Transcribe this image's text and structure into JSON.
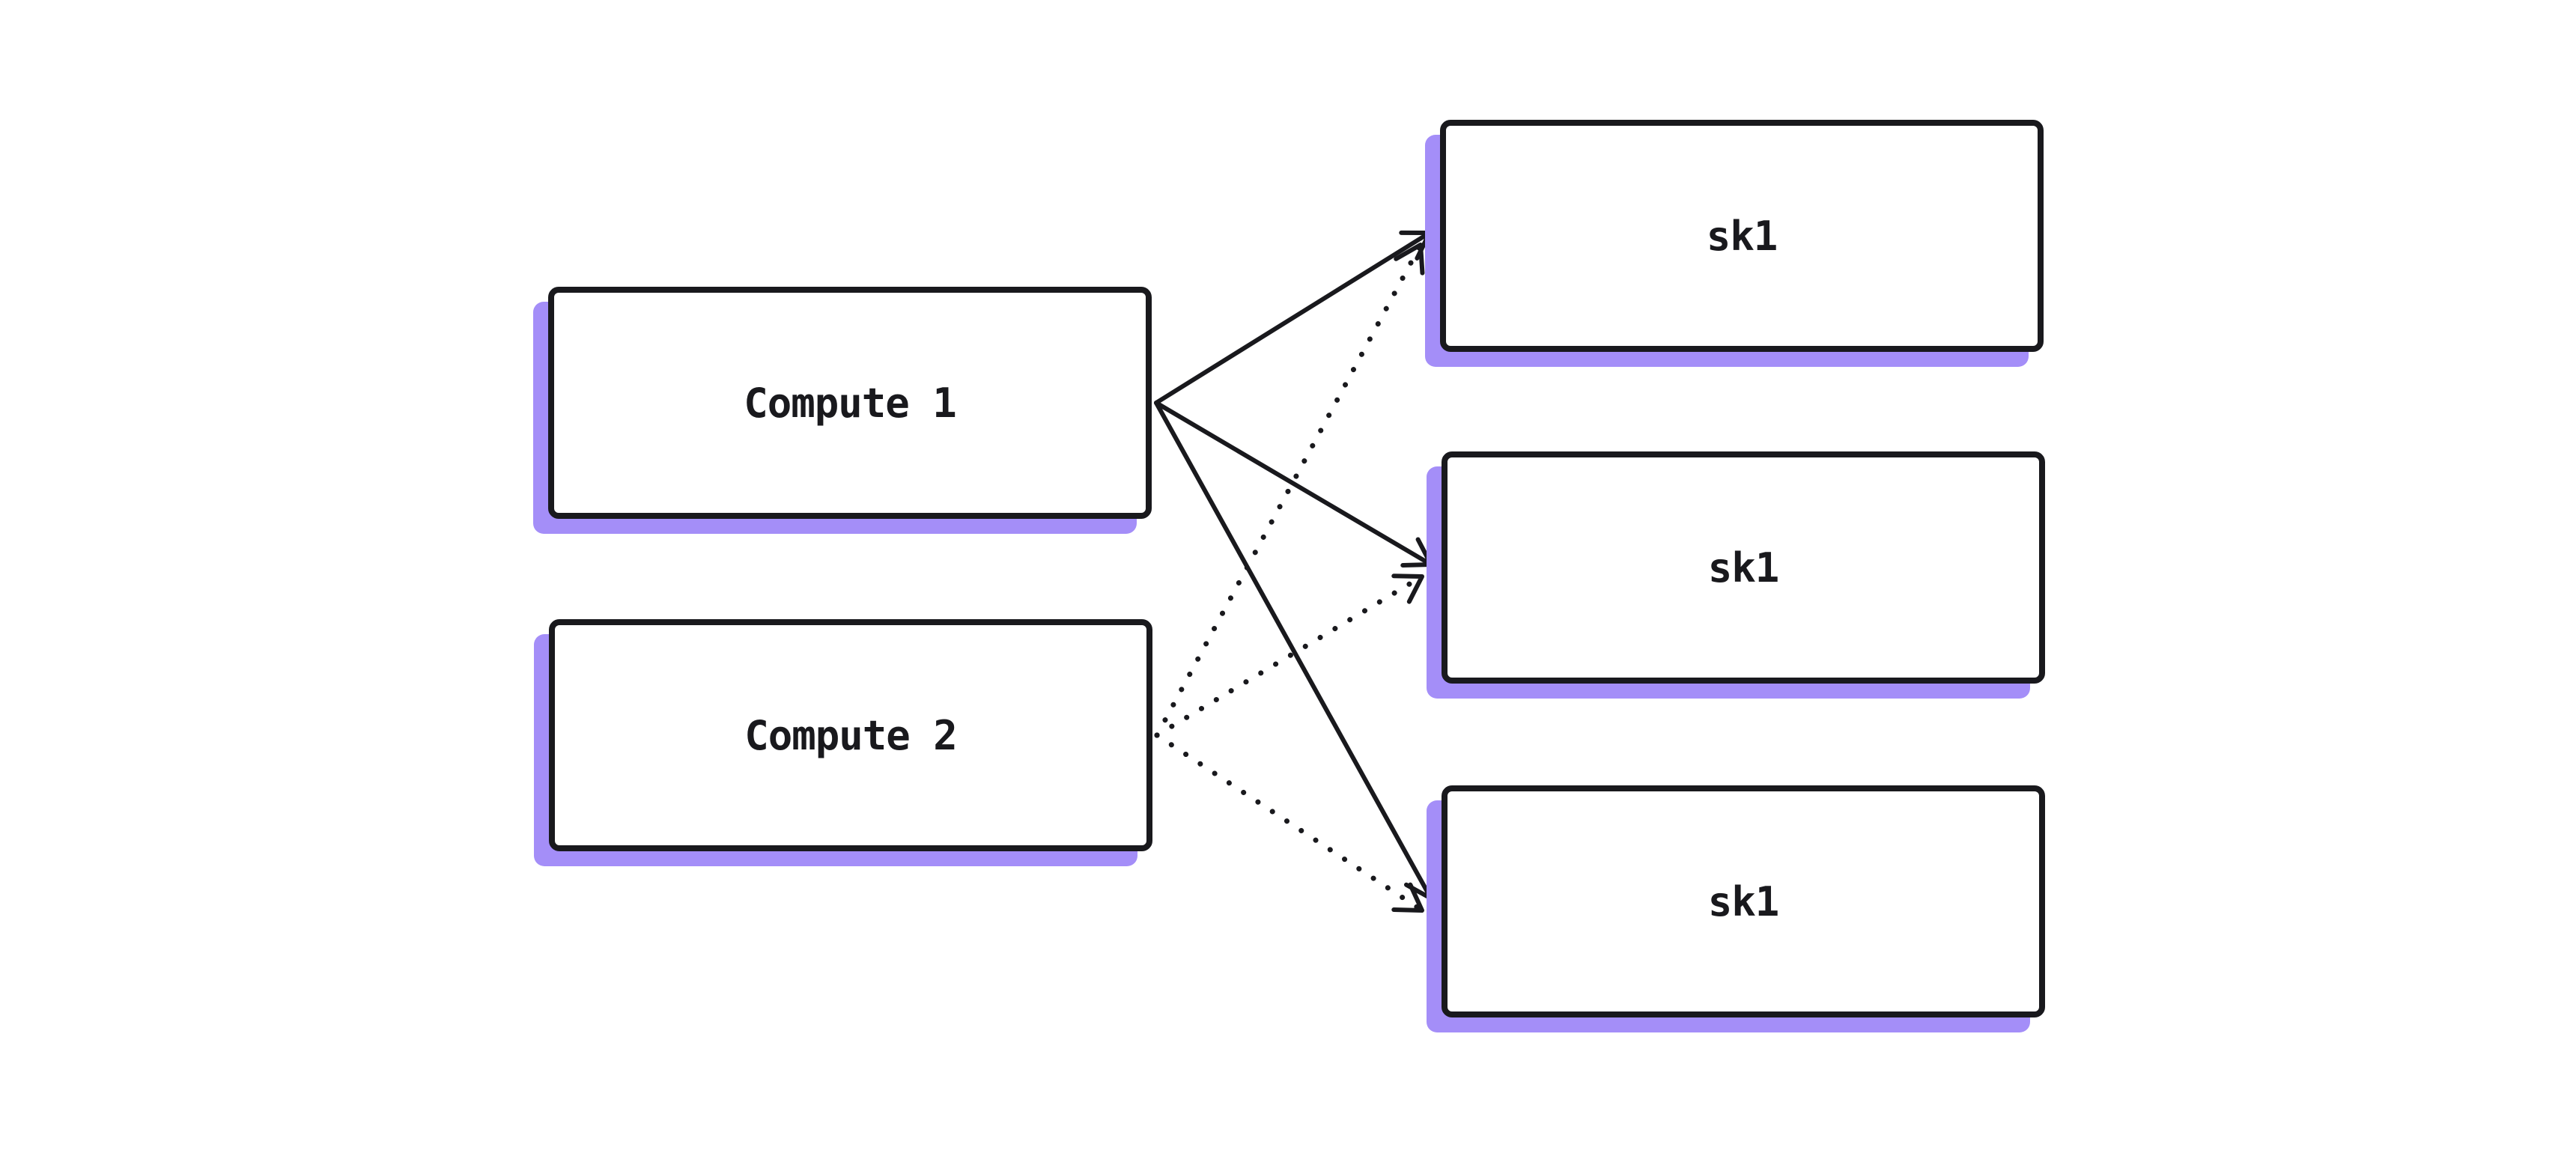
{
  "diagram": {
    "colors": {
      "background": "#ffffff",
      "stroke": "#19191d",
      "node_fill": "#ffffff",
      "shadow_accent": "#a48ef8"
    },
    "nodes": [
      {
        "id": "compute1",
        "label": "Compute 1"
      },
      {
        "id": "compute2",
        "label": "Compute 2"
      },
      {
        "id": "sk1a",
        "label": "sk1"
      },
      {
        "id": "sk1b",
        "label": "sk1"
      },
      {
        "id": "sk1c",
        "label": "sk1"
      }
    ],
    "edges": [
      {
        "from": "compute1",
        "to": "sk1a",
        "style": "solid"
      },
      {
        "from": "compute1",
        "to": "sk1b",
        "style": "solid"
      },
      {
        "from": "compute1",
        "to": "sk1c",
        "style": "solid"
      },
      {
        "from": "compute2",
        "to": "sk1a",
        "style": "dotted"
      },
      {
        "from": "compute2",
        "to": "sk1b",
        "style": "dotted"
      },
      {
        "from": "compute2",
        "to": "sk1c",
        "style": "dotted"
      }
    ]
  }
}
